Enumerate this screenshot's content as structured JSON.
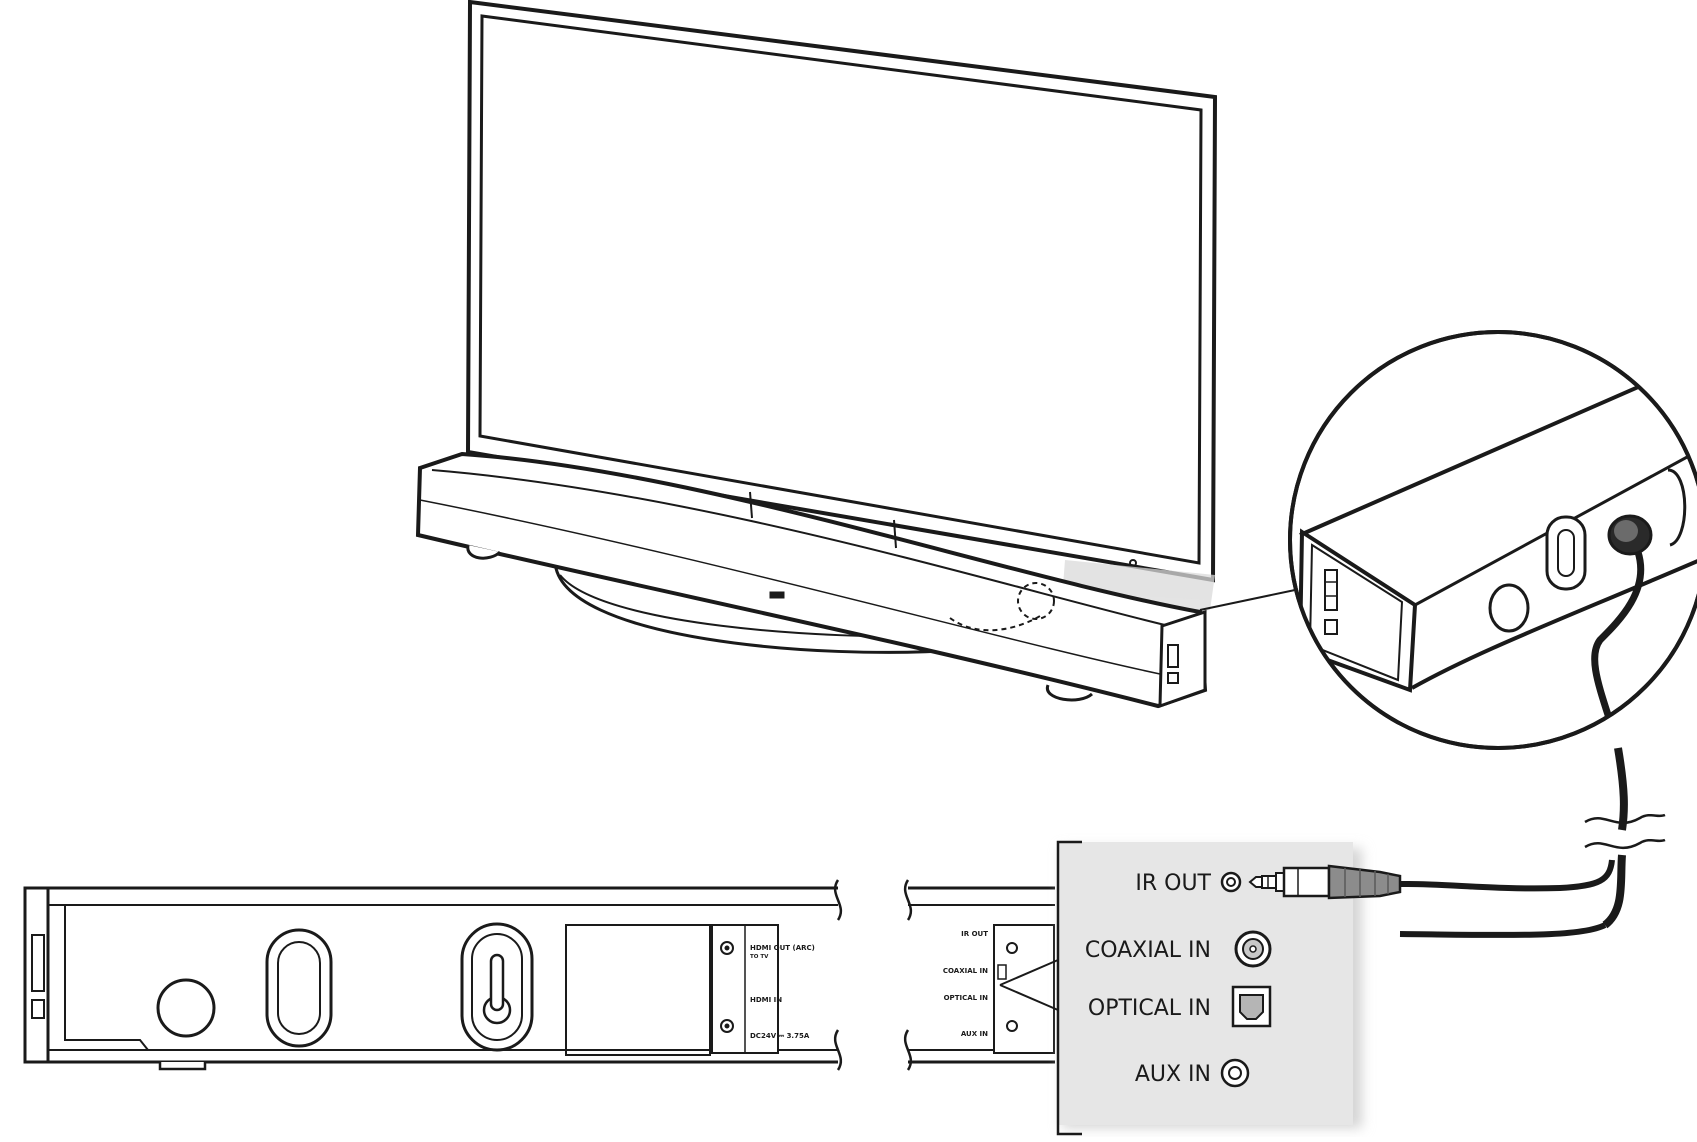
{
  "panel_labels": {
    "ir_out": "IR OUT",
    "coaxial_in": "COAXIAL IN",
    "optical_in": "OPTICAL IN",
    "aux_in": "AUX IN"
  },
  "rear_labels": {
    "hdmi_out_arc": "HDMI OUT (ARC)",
    "to_tv": "TO TV",
    "hdmi_in": "HDMI IN",
    "dc_power": "DC24V ⎓ 3.75A",
    "ir_out": "IR OUT",
    "coaxial_in": "COAXIAL IN",
    "optical_in": "OPTICAL IN",
    "aux_in": "AUX IN"
  },
  "colors": {
    "line": "#1a1a1a",
    "panel_bg": "#e6e6e6",
    "plug_body": "#8c8c8c",
    "beam": "#d9d9d9"
  }
}
